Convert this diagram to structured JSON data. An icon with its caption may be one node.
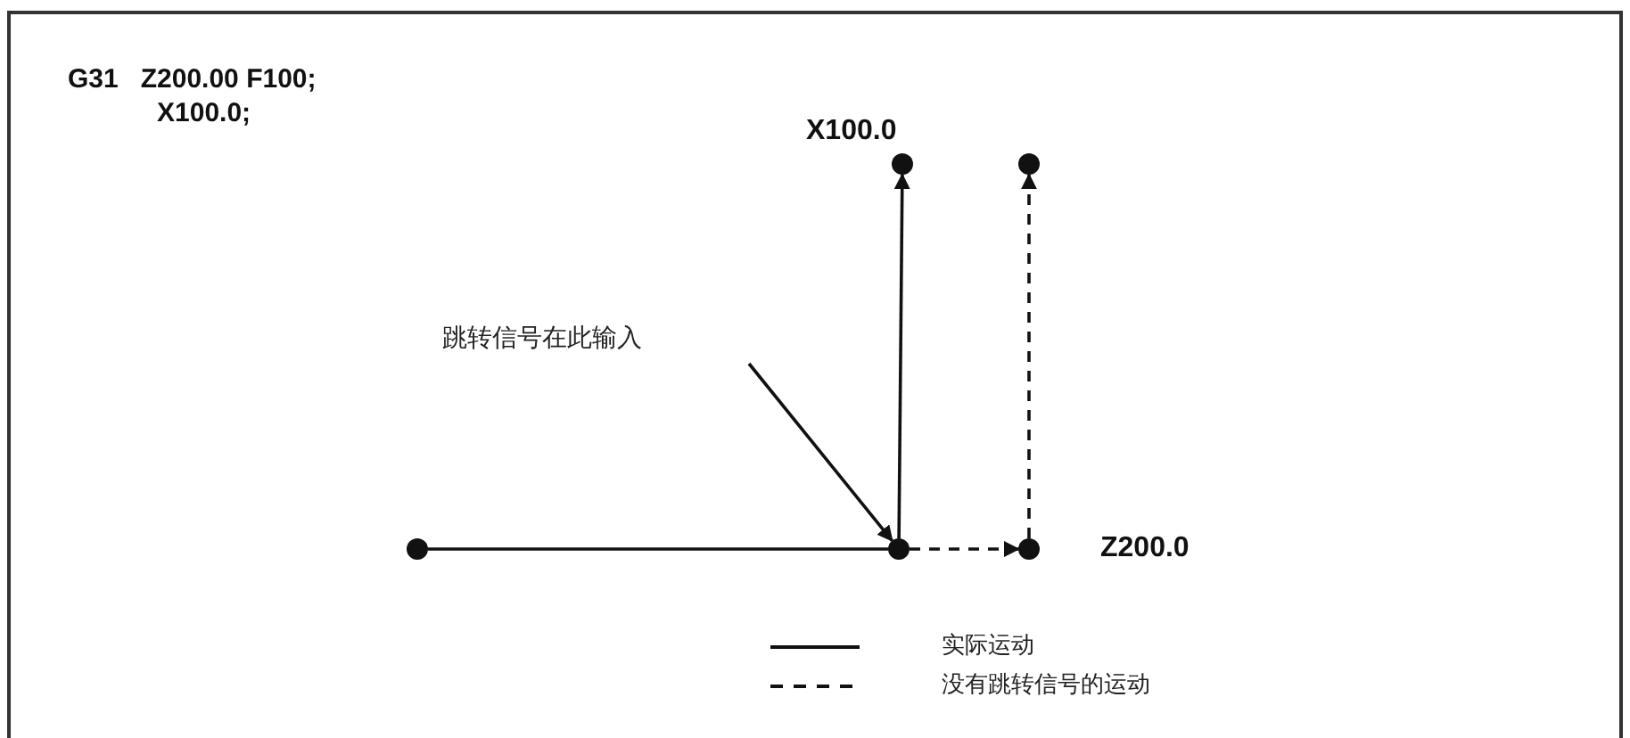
{
  "diagram": {
    "nodes": [
      {
        "text": [],
        "shape": "circle"
      },
      {
        "text": [],
        "shape": "circle"
      },
      {
        "text": [],
        "shape": "circle",
        "beside": [
          "X100.0"
        ]
      },
      {
        "text": [],
        "shape": "circle"
      },
      {
        "text": [],
        "shape": "circle",
        "beside": [
          "Z200.0"
        ]
      },
      {
        "text": [
          "跳转信号在此输入"
        ]
      }
    ],
    "edges": [
      {
        "from": 0,
        "to": 1,
        "arrow": "none"
      },
      {
        "from": 1,
        "to": 2,
        "arrow": "to"
      },
      {
        "from": 1,
        "to": 4,
        "arrow": "to",
        "style": "dashed"
      },
      {
        "from": 4,
        "to": 3,
        "arrow": "to",
        "style": "dashed"
      },
      {
        "from": 5,
        "to": 1,
        "arrow": "to"
      }
    ],
    "labels": [
      "G31   Z200.00 F100;",
      "X100.0;"
    ],
    "legend": [
      {
        "text": "实际运动"
      },
      {
        "text": "没有跳转信号的运动"
      }
    ]
  }
}
